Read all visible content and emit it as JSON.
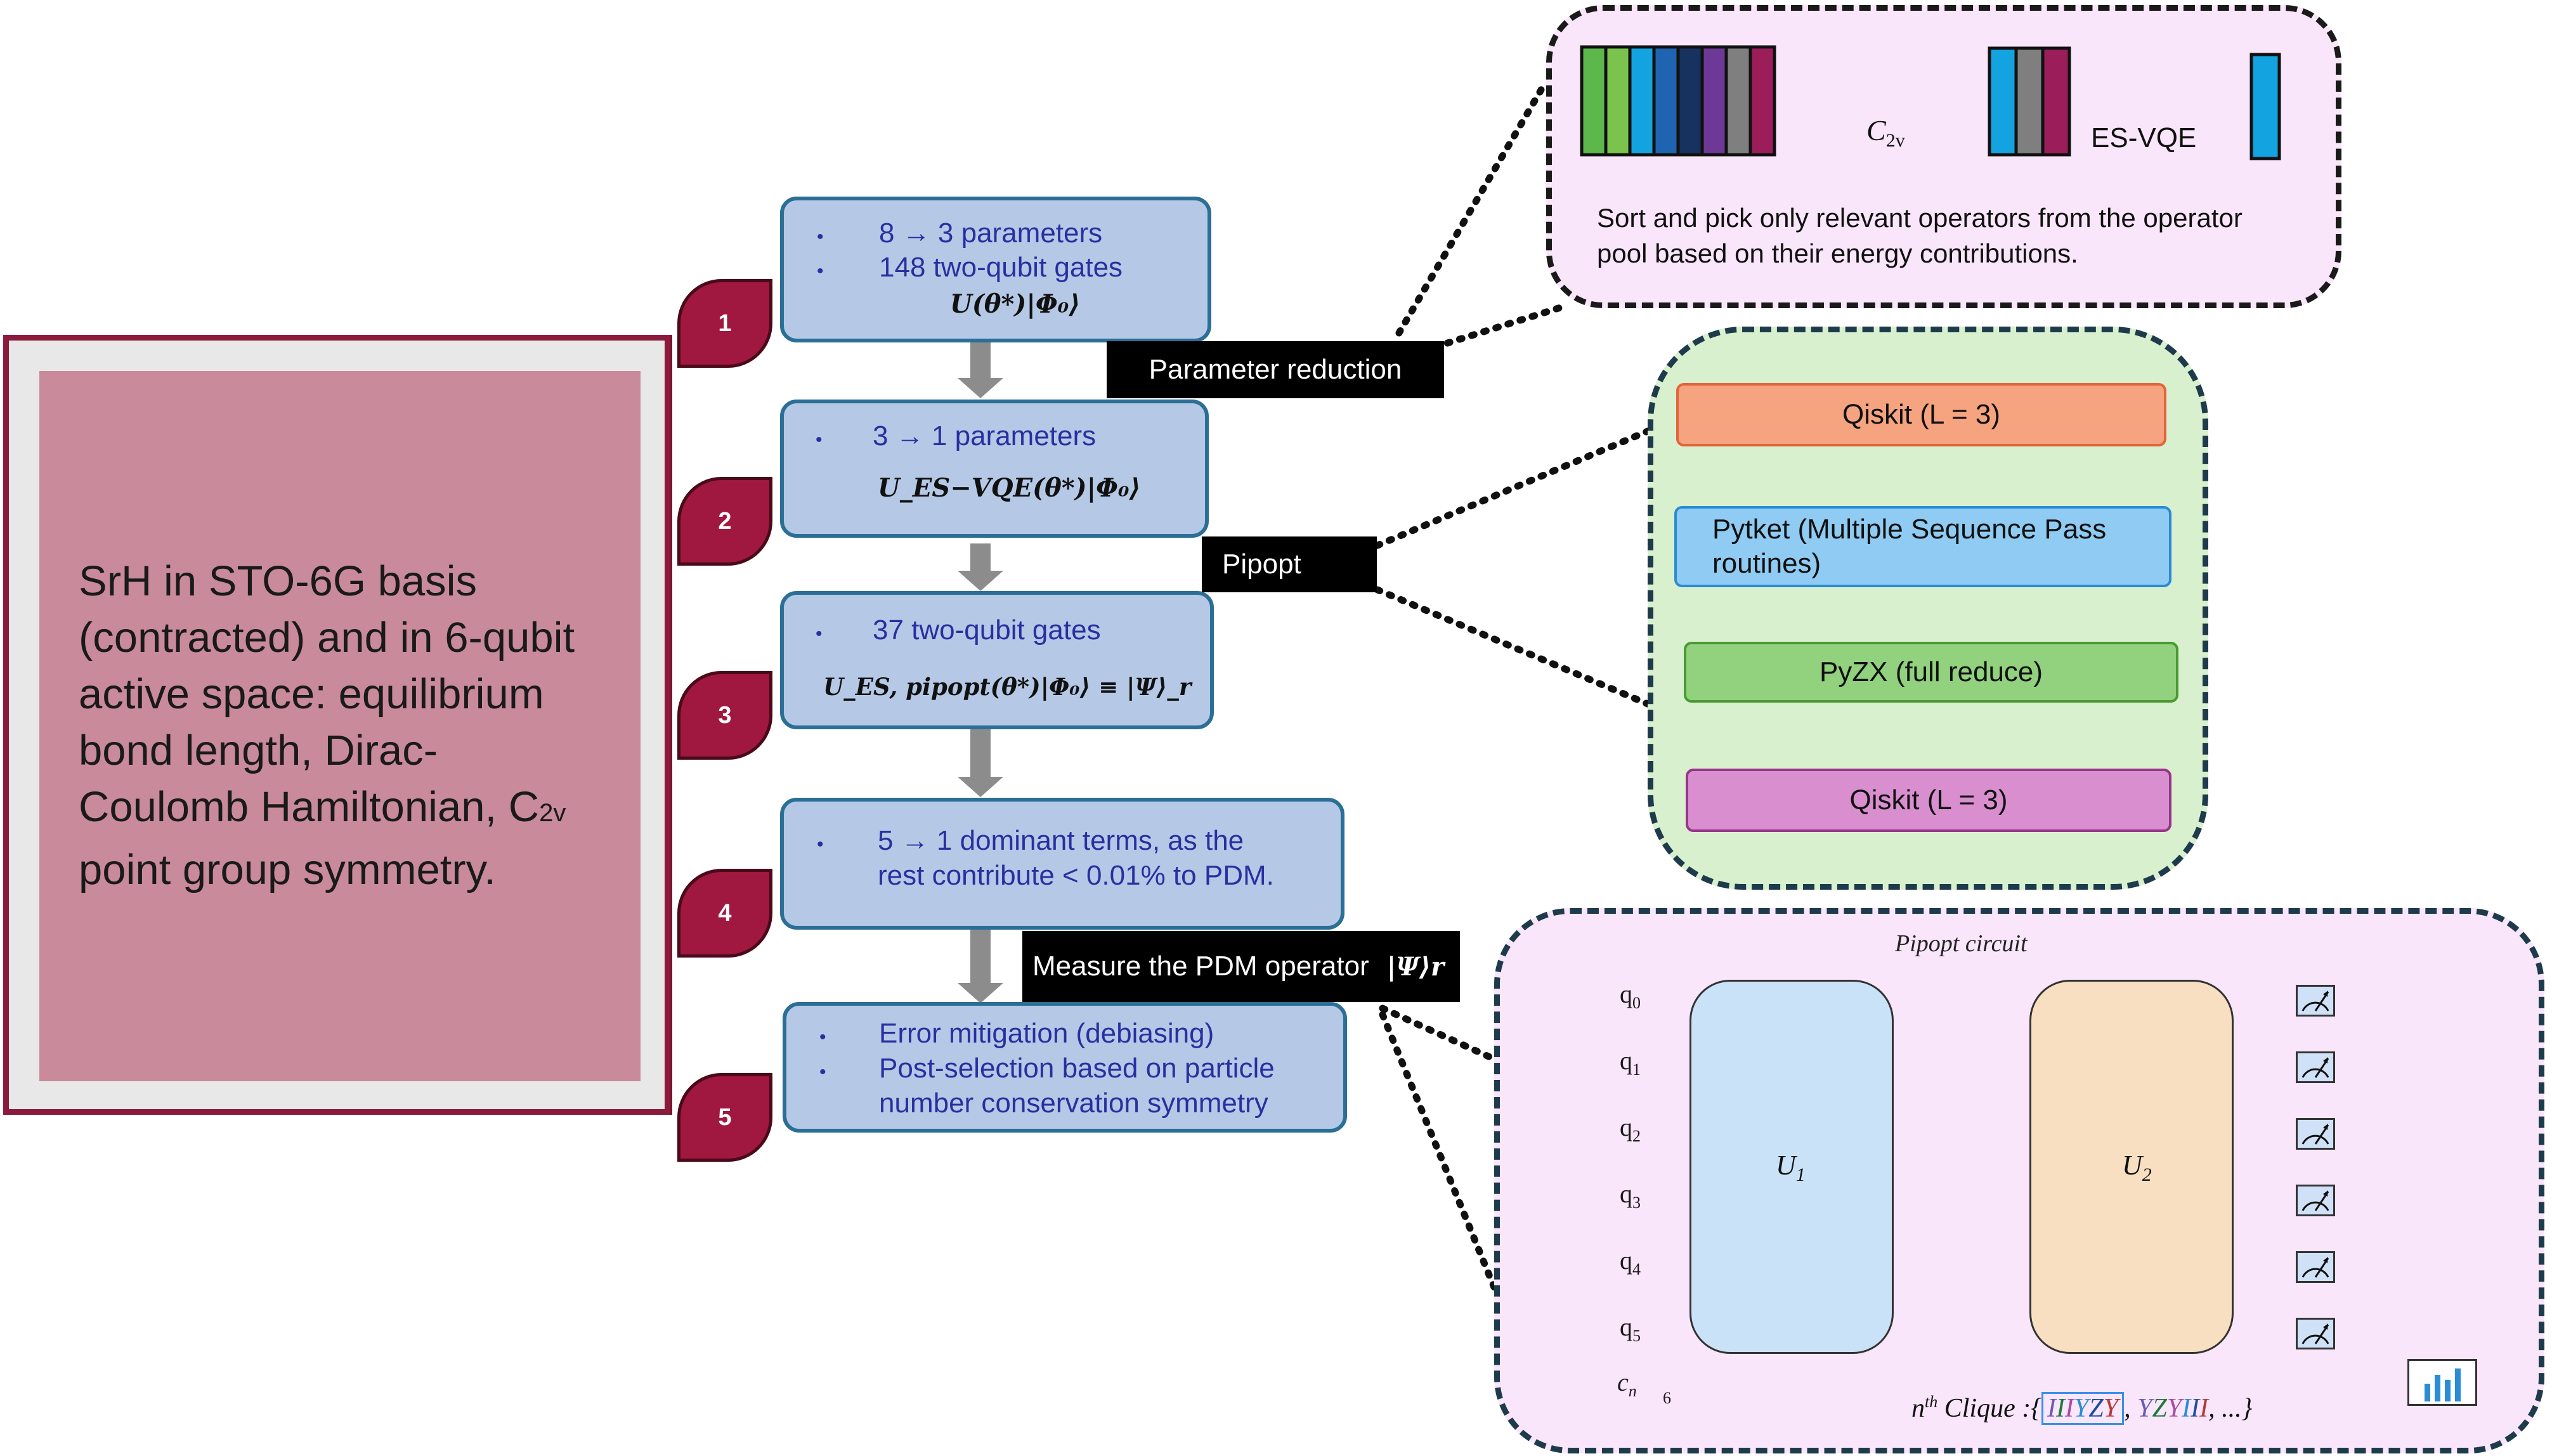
{
  "system": {
    "lines": [
      "SrH in STO-6G basis",
      "(contracted) and in 6-qubit",
      "active space: equilibrium",
      "bond length, Dirac-",
      "Coulomb Hamiltonian, C",
      "point group symmetry."
    ],
    "subscript": "2v"
  },
  "steps": [
    {
      "num": "1",
      "lines": [
        "8 → 3 parameters",
        "148 two-qubit gates"
      ],
      "math": "U(θ*)|Φ₀⟩"
    },
    {
      "num": "2",
      "lines": [
        "3 → 1 parameters"
      ],
      "math": "U_ES−VQE(θ*)|Φ₀⟩"
    },
    {
      "num": "3",
      "lines": [
        "37 two-qubit gates"
      ],
      "math": "U_ES, pipopt(θ*)|Φ₀⟩ ≡ |Ψ⟩_r"
    },
    {
      "num": "4",
      "lines": [
        "5 → 1 dominant terms, as the",
        "rest contribute < 0.01% to PDM."
      ]
    },
    {
      "num": "5",
      "lines": [
        "Error mitigation (debiasing)",
        "Post-selection based on particle",
        "number conservation symmetry"
      ]
    }
  ],
  "labels": {
    "param_reduction": "Parameter reduction",
    "pipopt": "Pipopt",
    "measure": "Measure the PDM operator",
    "measure_math": "|Ψ⟩r"
  },
  "panel1": {
    "c2v_label": "C",
    "c2v_sub": "2v",
    "esvqe_label": "ES-VQE",
    "text_lines": [
      "Sort and pick only relevant operators from the operator",
      "pool based on their energy contributions."
    ],
    "colors_full": [
      "#5cb84a",
      "#7ac34d",
      "#13a3e0",
      "#1e64b0",
      "#17325f",
      "#6e3896",
      "#7f7f7f",
      "#9b1e5a"
    ],
    "colors_mid": [
      "#13a3e0",
      "#7f7f7f",
      "#9b1e5a"
    ],
    "colors_last": [
      "#13a3e0"
    ]
  },
  "panel2": {
    "boxes": [
      "Qiskit (L = 3)",
      "Pytket (Multiple Sequence Pass routines)",
      "PyZX (full reduce)",
      "Qiskit (L = 3)"
    ]
  },
  "panel3": {
    "title": "Pipopt circuit",
    "qubits": [
      "q",
      "q",
      "q",
      "q",
      "q",
      "q"
    ],
    "qubit_indices": [
      "0",
      "1",
      "2",
      "3",
      "4",
      "5"
    ],
    "classical": "c",
    "classical_sub": "n",
    "classical_width": "6",
    "u1": "U",
    "u1_sub": "1",
    "u2": "U",
    "u2_sub": "2",
    "clique_prefix": "n",
    "clique_sup": "th",
    "clique_label": " Clique  :{",
    "clique_term1": "IIIYZY",
    "clique_term2": "YZYIII",
    "clique_suffix": ", ...}",
    "term_colors": [
      "#6b5bb5",
      "#1e7a3c",
      "#a64ca6",
      "#2a8cd4",
      "#1e4fa0",
      "#b33a3a"
    ]
  }
}
